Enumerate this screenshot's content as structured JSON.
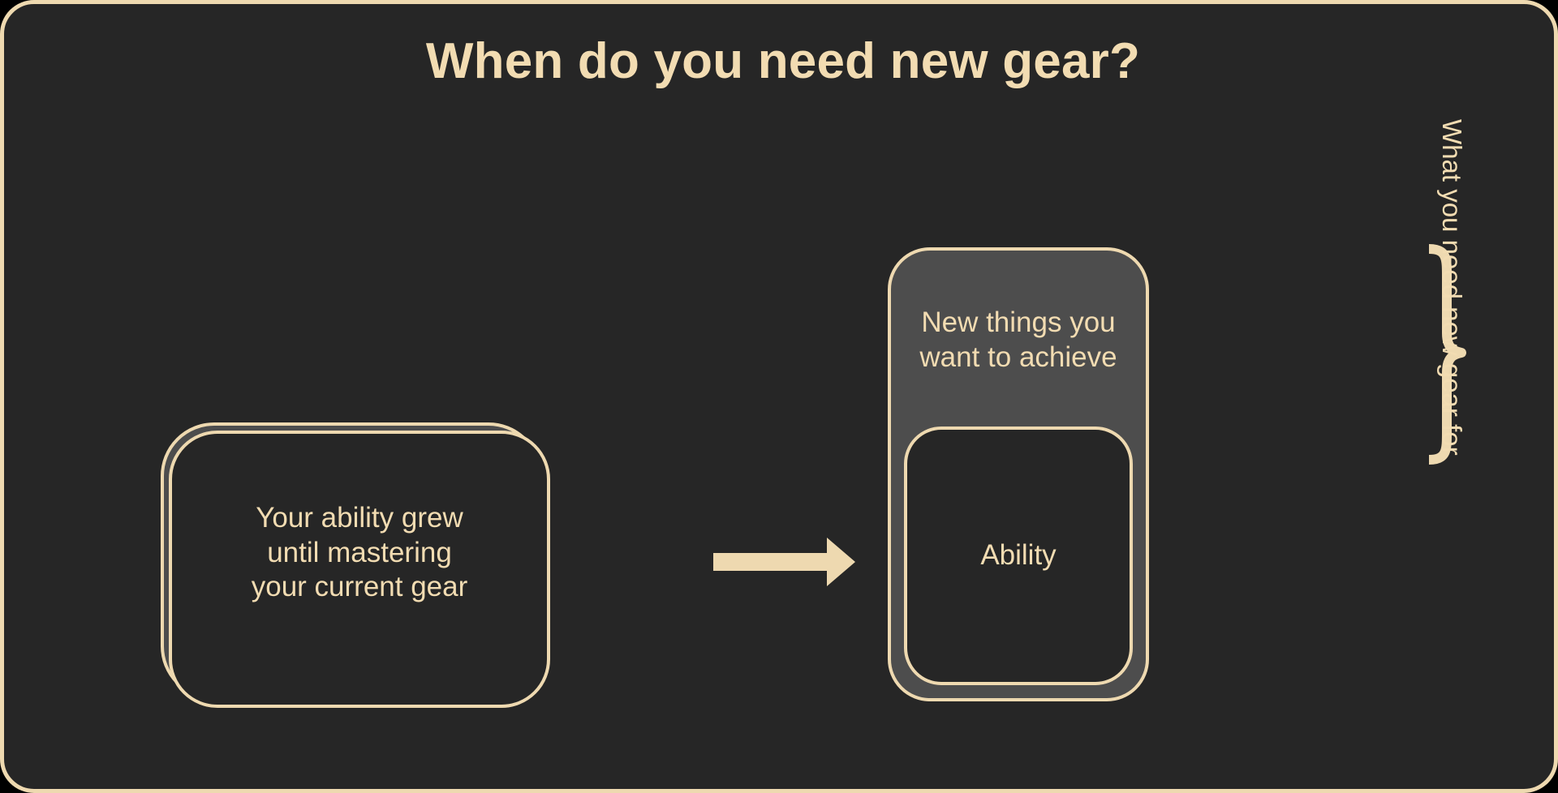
{
  "slide": {
    "title": "When do you need new gear?",
    "colors": {
      "background": "#262626",
      "accent_cream": "#eed9b0",
      "text_cream": "#f2dcb2",
      "panel_gray": "#4d4d4d",
      "frame_border": "#eed9b0"
    }
  },
  "left_card": {
    "label": "Your ability grew\nuntil mastering\nyour current gear"
  },
  "arrow": {
    "icon": "arrow-right-icon",
    "direction": "right"
  },
  "right_group": {
    "goal_label": "New things you\nwant to achieve",
    "ability_label": "Ability"
  },
  "side_annotation": {
    "brace_icon": "curly-brace-right-icon",
    "caption": "What you need new gear for"
  }
}
